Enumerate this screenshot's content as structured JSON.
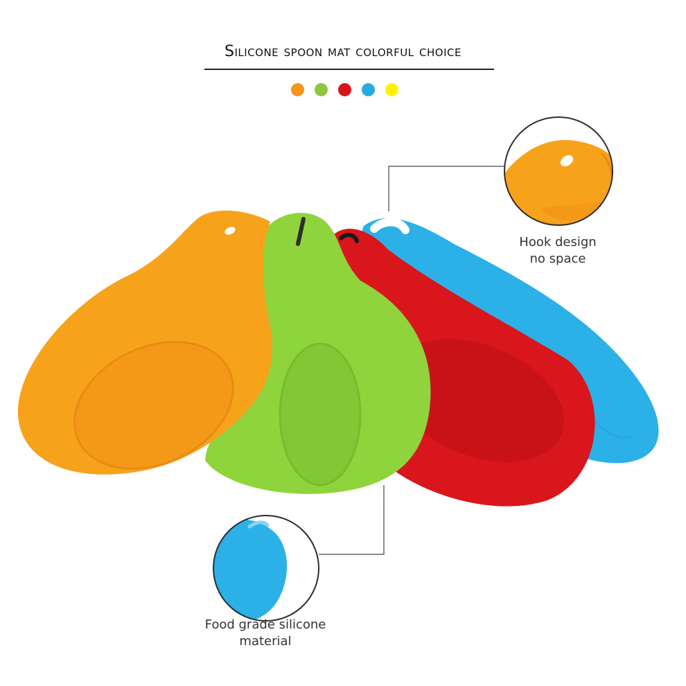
{
  "header": {
    "title": "Silicone spoon mat colorful choice"
  },
  "swatches": [
    {
      "name": "orange",
      "color": "#f7941d"
    },
    {
      "name": "green",
      "color": "#8dc63f"
    },
    {
      "name": "red",
      "color": "#d7141a"
    },
    {
      "name": "blue",
      "color": "#29abe2"
    },
    {
      "name": "yellow",
      "color": "#fff200"
    }
  ],
  "callouts": {
    "hook": {
      "line1": "Hook design",
      "line2": "no space"
    },
    "material": {
      "line1": "Food grade silicone",
      "line2": "material"
    }
  }
}
